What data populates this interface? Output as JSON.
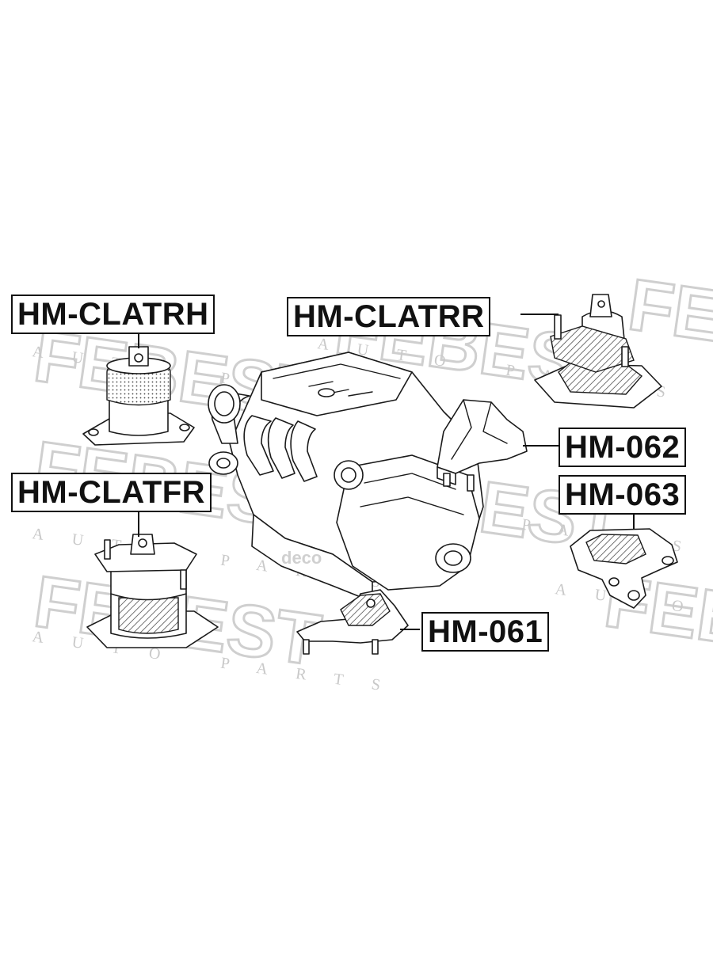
{
  "diagram": {
    "labels": {
      "hm_clatrh": "HM-CLATRH",
      "hm_clatrr": "HM-CLATRR",
      "hm_clatfr": "HM-CLATFR",
      "hm_062": "HM-062",
      "hm_063": "HM-063",
      "hm_061": "HM-061"
    },
    "watermark": {
      "brand": "FEBEST",
      "tagline": "AUTO PARTS"
    },
    "engine_badge": "deco"
  },
  "colors": {
    "ink": "#1a1a1a",
    "watermark": "#cfcfcf",
    "background": "#ffffff"
  }
}
